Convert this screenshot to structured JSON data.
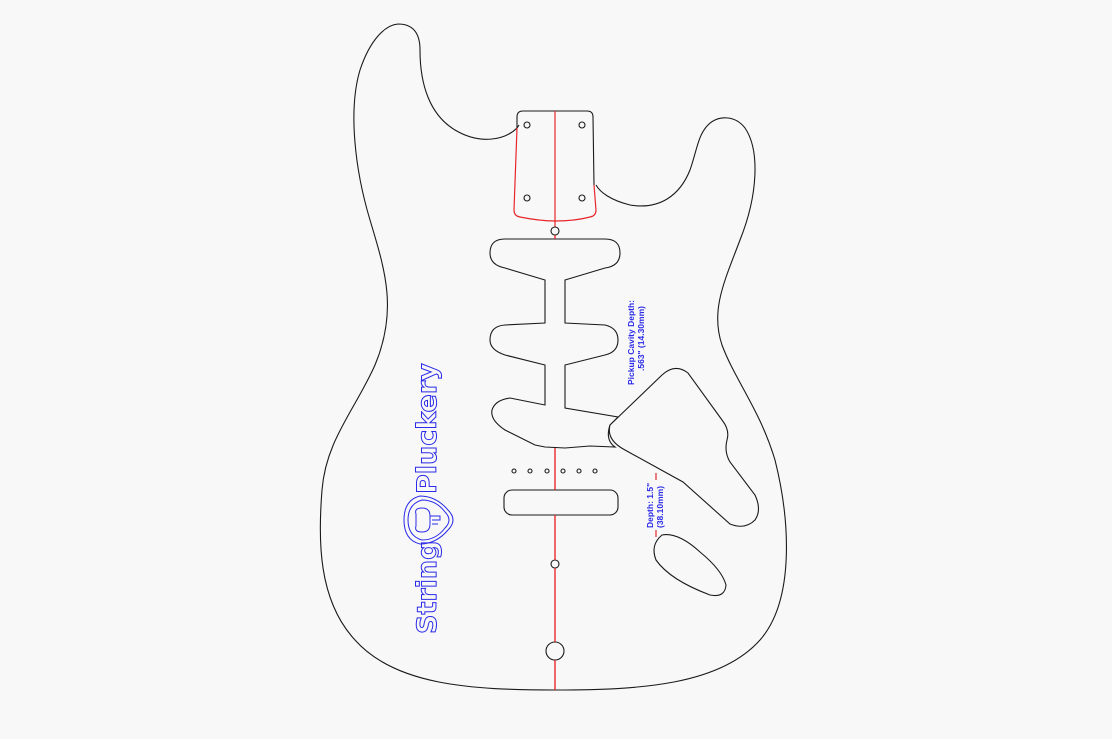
{
  "drawing": {
    "type": "guitar body template",
    "background": "#f8f8f8",
    "colors": {
      "outline": "#1a1a1a",
      "centerline": "#e8262a",
      "annotation": "#2a2ae8"
    }
  },
  "annotations": {
    "pickup_cavity_line1": "Pickup Cavity Depth:",
    "pickup_cavity_line2": ".563\" (14.30mm)",
    "control_depth_line1": "Depth: 1.5\"",
    "control_depth_line2": "(38.10mm)"
  },
  "logo": {
    "word1": "String",
    "word2": "Pluckery"
  },
  "features": {
    "neck_pocket_screw_holes": 4,
    "bridge_string_holes": 6,
    "pickup_cavities": "HSS route",
    "centerline_holes": 3
  }
}
